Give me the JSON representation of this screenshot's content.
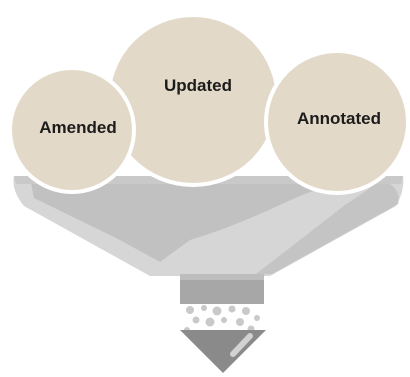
{
  "colors": {
    "bubble_fill": "#e3d9c8",
    "bubble_stroke": "#ffffff",
    "funnel_light": "#d6d6d6",
    "funnel_shadow": "#b9b9b9",
    "funnel_rim": "#c9c9c9",
    "spout": "#a7a7a7",
    "grain": "#c9c9c9",
    "arrow": "#8a8a8a",
    "label_text": "#1c1c1c"
  },
  "bubbles": [
    {
      "label": "Amended"
    },
    {
      "label": "Updated"
    },
    {
      "label": "Annotated"
    }
  ]
}
